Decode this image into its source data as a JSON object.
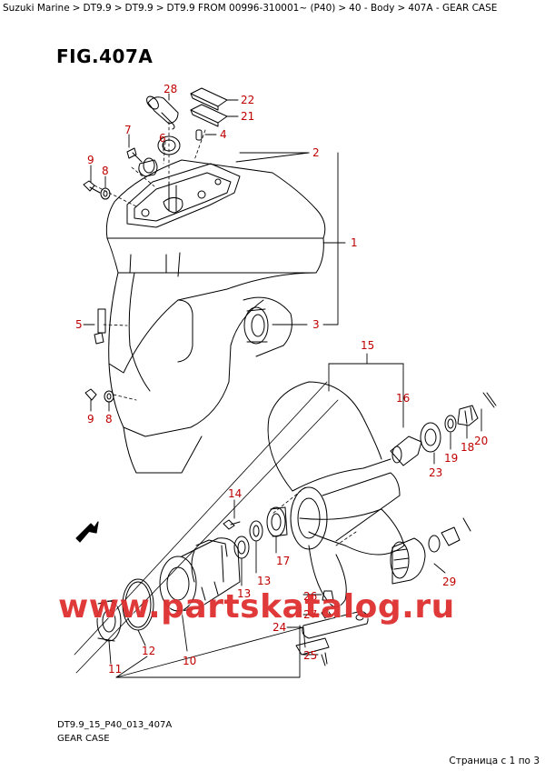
{
  "breadcrumb": {
    "items": [
      "Suzuki Marine",
      "DT9.9",
      "DT9.9",
      "DT9.9 FROM 00996-310001~ (P40)",
      "40 - Body",
      "407A - GEAR CASE"
    ],
    "separator": ">"
  },
  "figure": {
    "title": "FIG.407A",
    "code": "DT9.9_15_P40_013_407A",
    "name": "GEAR CASE"
  },
  "callouts": [
    "28",
    "22",
    "21",
    "7",
    "4",
    "6",
    "2",
    "9",
    "8",
    "1",
    "5",
    "3",
    "15",
    "16",
    "9",
    "8",
    "20",
    "18",
    "19",
    "23",
    "14",
    "17",
    "13",
    "13",
    "29",
    "26",
    "27",
    "24",
    "12",
    "10",
    "25",
    "11"
  ],
  "watermark": "www.partskatalog.ru",
  "pagination": "Страница с 1 по 3",
  "colors": {
    "callout": "#c00000",
    "linework": "#000000",
    "watermark": "#dc1e1e"
  },
  "icons": [
    "front-direction-arrow-icon"
  ]
}
